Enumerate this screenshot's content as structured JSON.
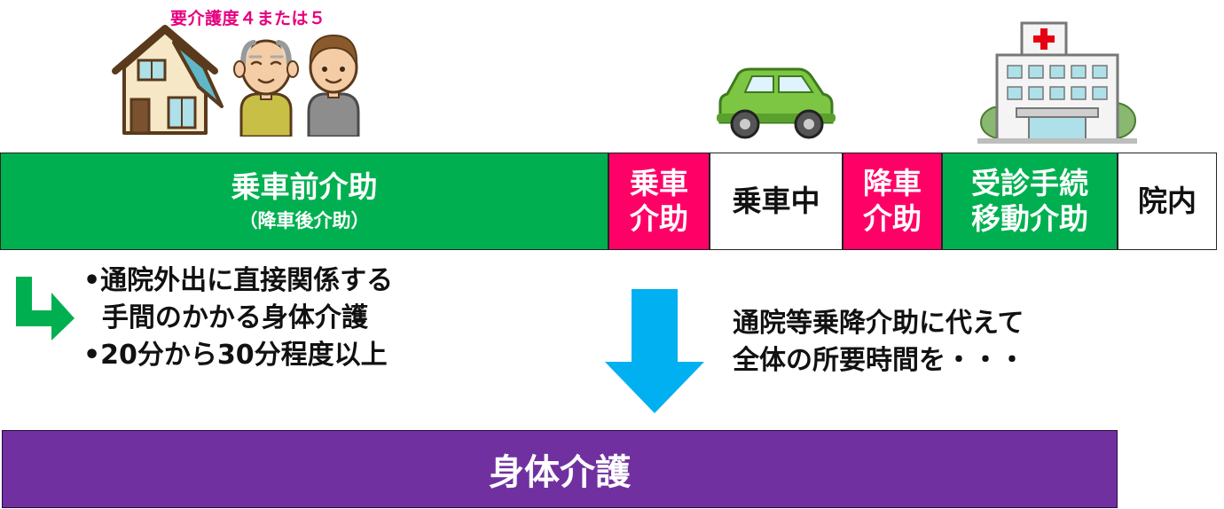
{
  "caption": "要介護度４または５",
  "segments": {
    "pre_ride": {
      "title": "乗車前介助",
      "subtitle": "（降車後介助）"
    },
    "boarding": {
      "line1": "乗車",
      "line2": "介助"
    },
    "in_car": {
      "label": "乗車中"
    },
    "alighting": {
      "line1": "降車",
      "line2": "介助"
    },
    "reception": {
      "line1": "受診手続",
      "line2": "移動介助"
    },
    "in_hospital": {
      "label": "院内"
    }
  },
  "left_text": {
    "line1": "•通院外出に直接関係する",
    "line2": "  手間のかかる身体介護",
    "line3": "•20分から30分程度以上"
  },
  "right_text": {
    "line1": "通院等乗降介助に代えて",
    "line2": "全体の所要時間を・・・"
  },
  "result": {
    "label": "身体介護"
  },
  "colors": {
    "green": "#00b050",
    "pink": "#ff0066",
    "purple": "#7030a0",
    "cyan_arrow": "#00b0f0",
    "caption_pink": "#e6007e"
  },
  "icons": [
    "house-icon",
    "elderly-man-icon",
    "caregiver-icon",
    "car-icon",
    "hospital-icon",
    "turn-arrow-icon",
    "down-arrow-icon"
  ]
}
